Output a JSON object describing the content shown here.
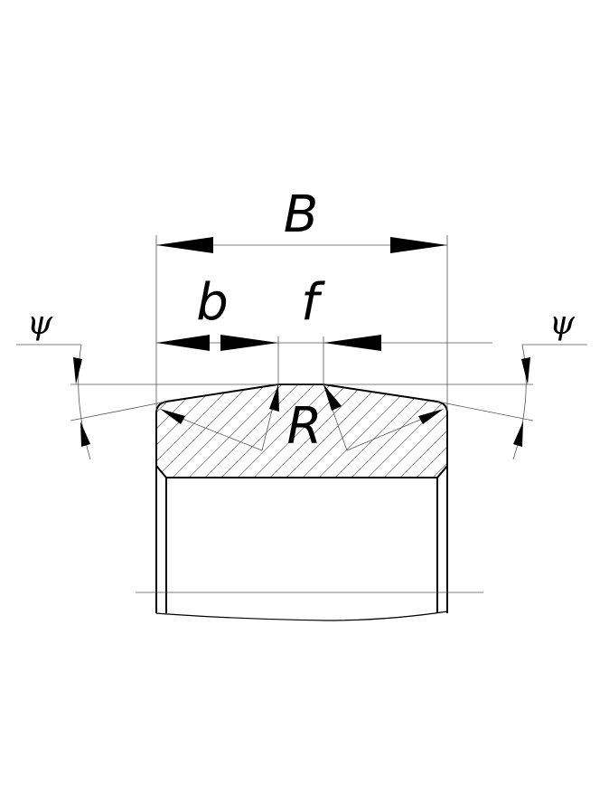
{
  "labels": {
    "B": "B",
    "b": "b",
    "f": "f",
    "R": "R",
    "psi_left": "ψ",
    "psi_right": "ψ"
  },
  "colors": {
    "line": "#000000",
    "thin": "#555555",
    "hatch": "#777777",
    "background": "#ffffff"
  }
}
